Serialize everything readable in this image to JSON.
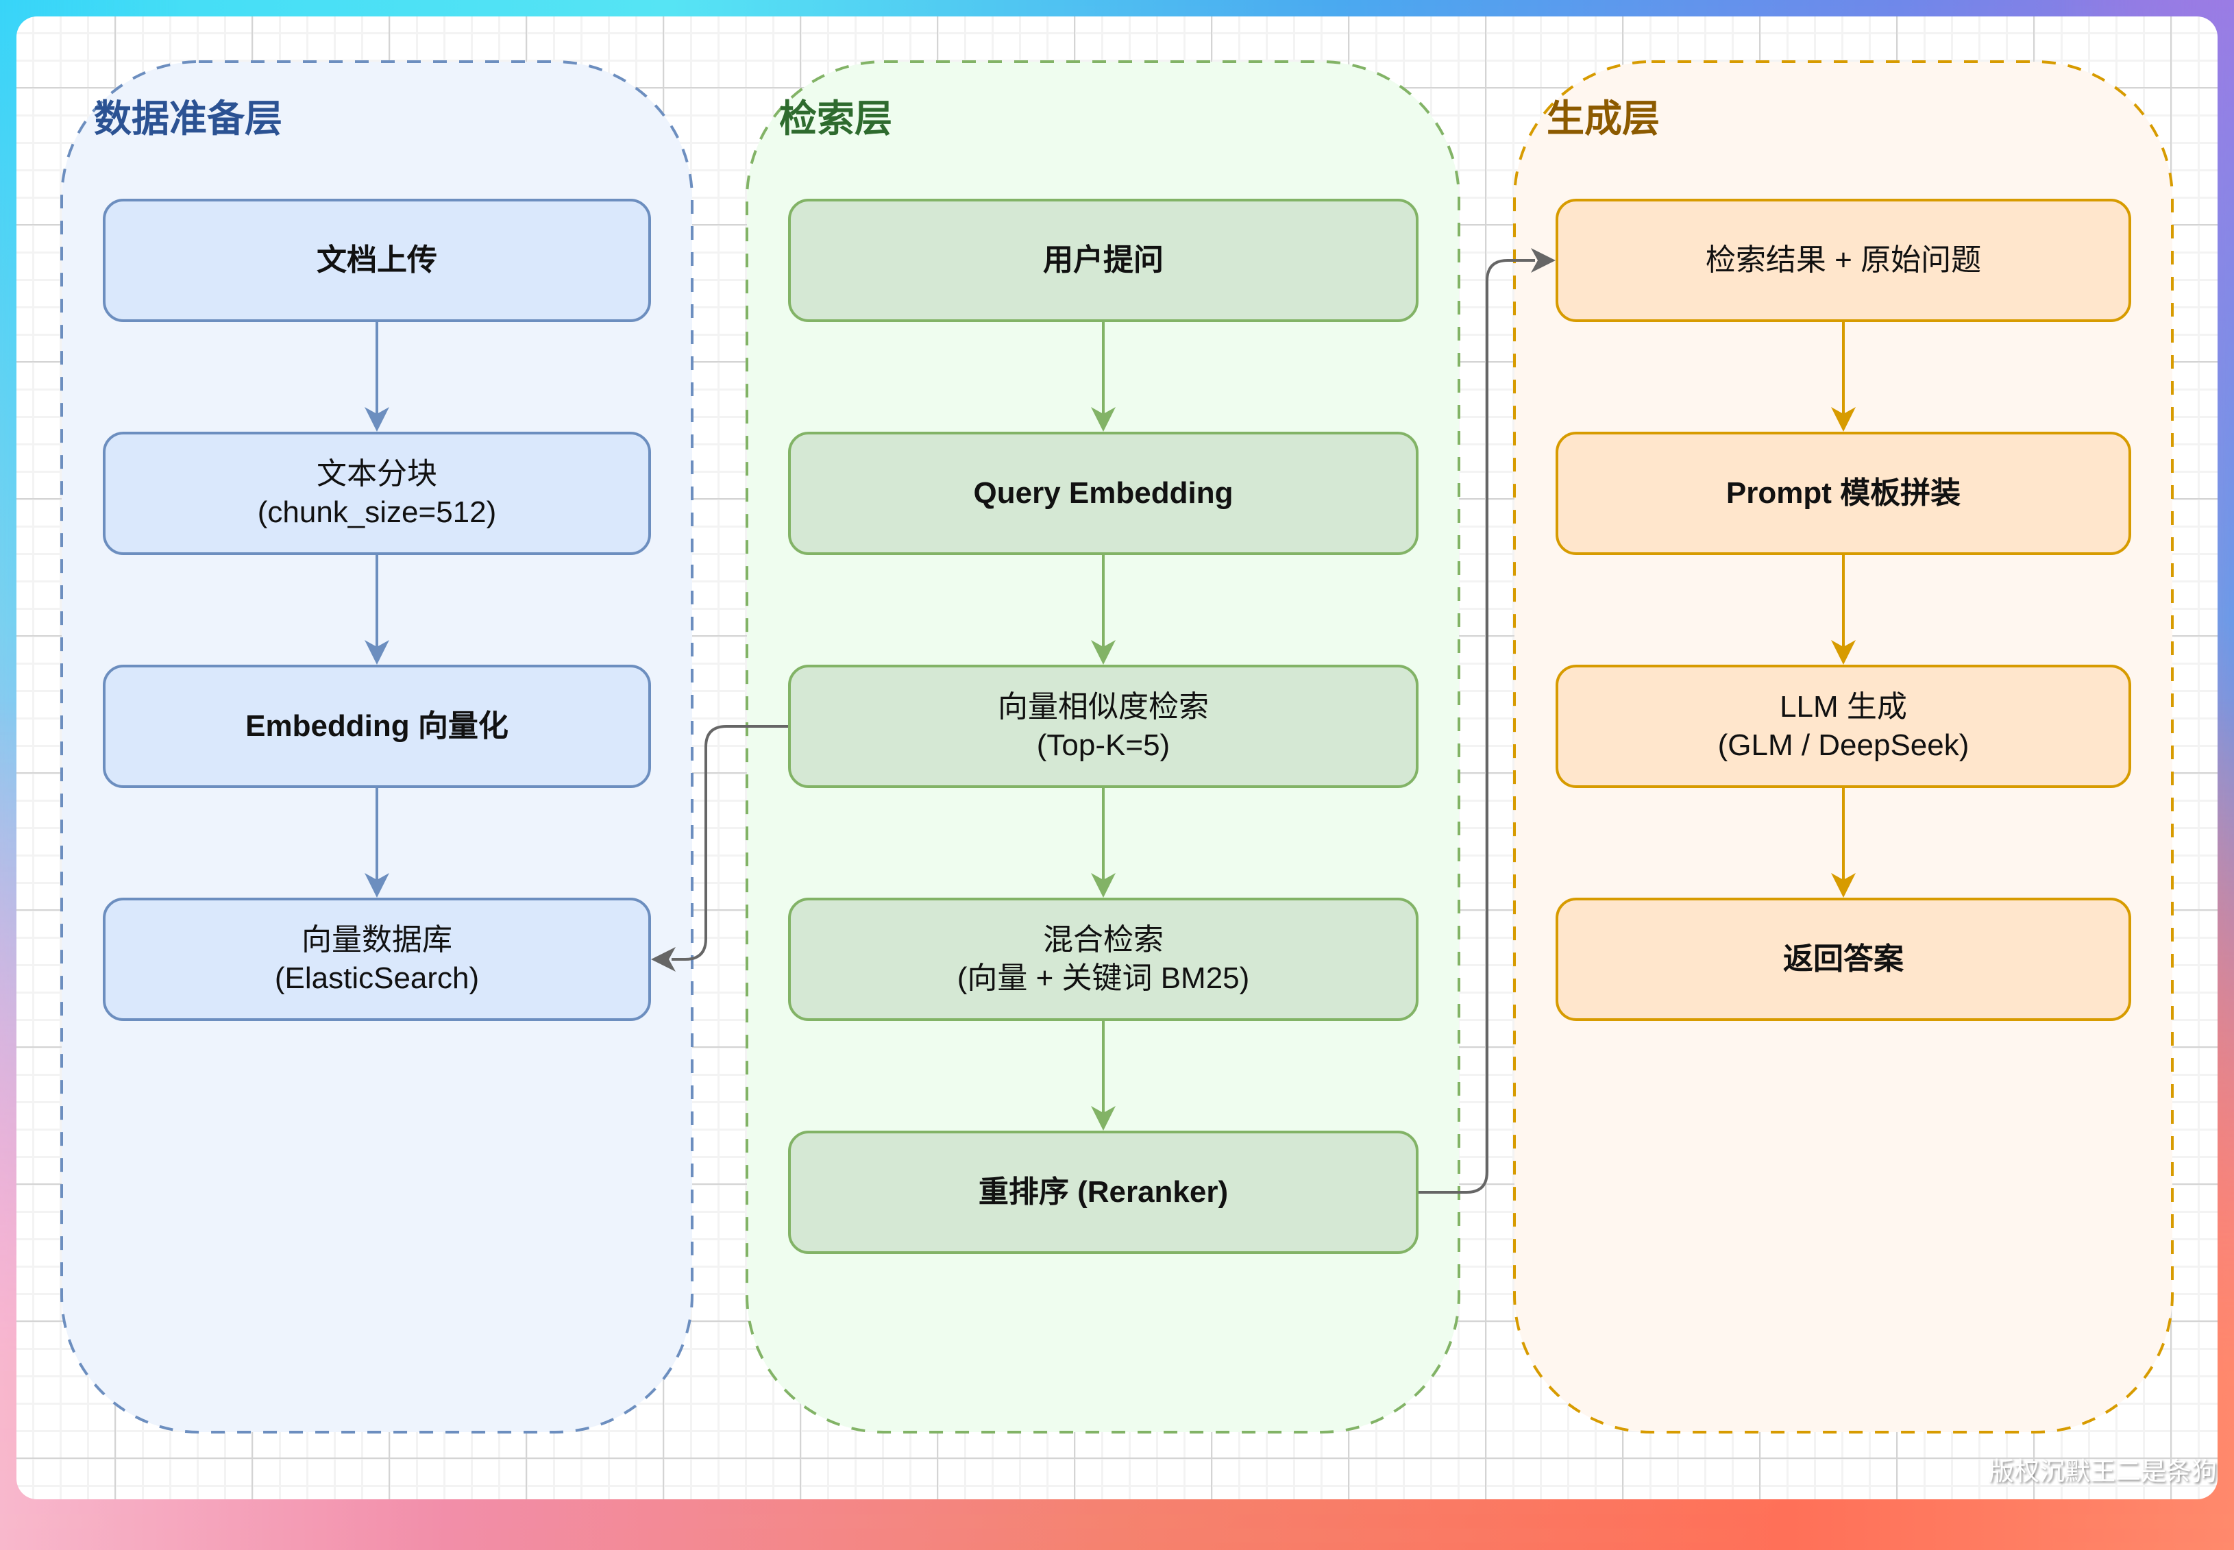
{
  "diagram": {
    "layers": [
      {
        "id": "data-prep",
        "title": "数据准备层",
        "title_color": "#2b5293",
        "stroke": "#6c8ebf",
        "panel_fill": "#eef4fd",
        "box_fill": "#dae8fc",
        "nodes": [
          {
            "id": "doc-upload",
            "lines": [
              "文档上传"
            ],
            "bold": true
          },
          {
            "id": "text-chunk",
            "lines": [
              "文本分块",
              "(chunk_size=512)"
            ],
            "bold": false
          },
          {
            "id": "embedding",
            "lines": [
              "Embedding 向量化"
            ],
            "bold": true
          },
          {
            "id": "vector-db",
            "lines": [
              "向量数据库",
              "(ElasticSearch)"
            ],
            "bold": false
          }
        ]
      },
      {
        "id": "retrieval",
        "title": "检索层",
        "title_color": "#2e6b2e",
        "stroke": "#82b366",
        "panel_fill": "#effdef",
        "box_fill": "#d5e8d4",
        "nodes": [
          {
            "id": "user-question",
            "lines": [
              "用户提问"
            ],
            "bold": true
          },
          {
            "id": "query-embedding",
            "lines": [
              "Query Embedding"
            ],
            "bold": true
          },
          {
            "id": "vector-search",
            "lines": [
              "向量相似度检索",
              "(Top-K=5)"
            ],
            "bold": false
          },
          {
            "id": "hybrid-search",
            "lines": [
              "混合检索",
              "(向量 + 关键词 BM25)"
            ],
            "bold": false
          },
          {
            "id": "reranker",
            "lines": [
              "重排序 (Reranker)"
            ],
            "bold": true
          }
        ]
      },
      {
        "id": "generation",
        "title": "生成层",
        "title_color": "#8c5a00",
        "stroke": "#d79b00",
        "panel_fill": "#fff7f0",
        "box_fill": "#ffe6cc",
        "nodes": [
          {
            "id": "results-question",
            "lines": [
              "检索结果 + 原始问题"
            ],
            "bold": false
          },
          {
            "id": "prompt-template",
            "lines": [
              "Prompt 模板拼装"
            ],
            "bold": true
          },
          {
            "id": "llm-generate",
            "lines": [
              "LLM 生成",
              "(GLM / DeepSeek)"
            ],
            "bold": false
          },
          {
            "id": "return-answer",
            "lines": [
              "返回答案"
            ],
            "bold": true
          }
        ]
      }
    ],
    "edges": [
      {
        "from": "doc-upload",
        "to": "text-chunk"
      },
      {
        "from": "text-chunk",
        "to": "embedding"
      },
      {
        "from": "embedding",
        "to": "vector-db"
      },
      {
        "from": "user-question",
        "to": "query-embedding"
      },
      {
        "from": "query-embedding",
        "to": "vector-search"
      },
      {
        "from": "vector-search",
        "to": "hybrid-search"
      },
      {
        "from": "hybrid-search",
        "to": "reranker"
      },
      {
        "from": "results-question",
        "to": "prompt-template"
      },
      {
        "from": "prompt-template",
        "to": "llm-generate"
      },
      {
        "from": "llm-generate",
        "to": "return-answer"
      },
      {
        "from": "vector-search",
        "to": "vector-db",
        "cross": true
      },
      {
        "from": "reranker",
        "to": "results-question",
        "cross": true
      }
    ],
    "connector_color": "#666666"
  },
  "watermark": "版权沉默王二是条狗"
}
